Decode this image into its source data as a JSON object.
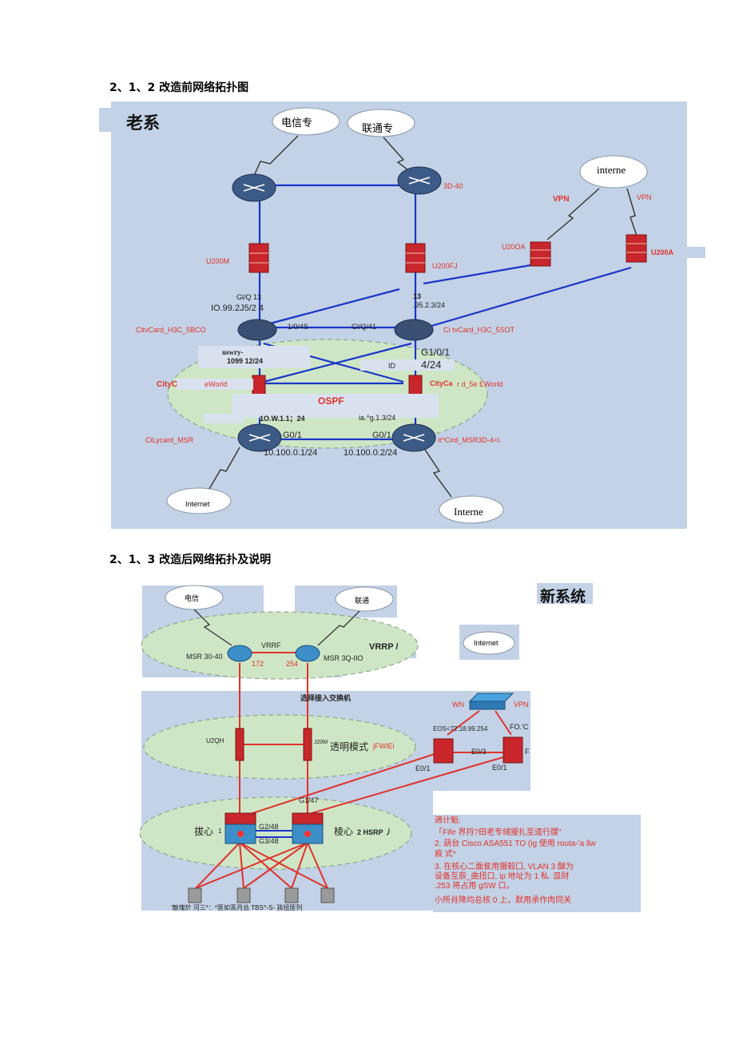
{
  "headings": {
    "before": "2、1、2 改造前网络拓扑图",
    "after": "2、1、3 改造后网络拓扑及说明"
  },
  "old_diagram": {
    "title": "老系",
    "clouds": {
      "telecom": "电信专",
      "unicom": "联通专",
      "internet_top": "interne",
      "internet_left": "Internet",
      "internet_right": "Interne"
    },
    "labels": {
      "r_3d40": "3D-40",
      "vpn_left": "VPN",
      "vpn_right": "VPN",
      "u200oa": "U20OA",
      "u200a": "U200A",
      "u200m": "U200M",
      "u200fj": "U200FJ",
      "gi_left": "Gl/Q 13",
      "ip_left": "IO.99.2J5/2 4",
      "gi_right": "13",
      "ip_right": ".95.2.3/24",
      "sw_left_name": "CitvCard_H3C_5BCO",
      "sw_right_name": "Ci tvCard_H3C_5SOT",
      "port_104s": "1/0/4S",
      "port_q41": "Gl/Q/41",
      "uswry": "uswry-",
      "ip_1099": "1099 12/24",
      "g1_0_1": "G1/0/1",
      "id": "ID",
      "ip_4_24": "4/24",
      "city_left": "CityC",
      "eworld_left": "eWorld",
      "city_right": "CityCa",
      "eworld_right": "r d_5e EWorld",
      "ospf": "OSPF",
      "ip_mid_left": "1O.W.1.1；24",
      "ip_mid_right": "ia.^g.1.3/24",
      "msr_left_name": "CiLycard_MSR",
      "msr_right_name": "it^Cird_MSR3D-4<i.",
      "g01_left": "G0/1",
      "g01_right": "G0/1",
      "ip_bottom_left": "10.100.0.1/24",
      "ip_bottom_right": "10.100.0.2/24"
    }
  },
  "new_diagram": {
    "title": "新系统",
    "clouds": {
      "telecom": "电信",
      "unicom": "联通",
      "internet": "Internet"
    },
    "labels": {
      "msr_left": "MSR 30-40",
      "vrrf": "VRRF",
      "n172": "172",
      "n254": "254",
      "msr_right": "MSR 3Q-IIO",
      "vrrp": "VRRP /",
      "access_switch": "选择接入交换机",
      "wn": "WN",
      "vpn": "VPN",
      "eos": "EOS<72.18.99.254",
      "fo_c": "FO.'C",
      "u2qh": "U2QH",
      "j20m": "J20M",
      "transparent": "透明模式",
      "jfwiei": "jFWIEi",
      "e03": "E0/3",
      "e01_left": "E0/1",
      "e01_right": "E0/1",
      "f": "F",
      "gi47": "G1/47",
      "core1": "拔心",
      "core1_num": "1",
      "g248": "G2/48",
      "g348": "G3/48",
      "core2": "棱心",
      "core2_suffix": "2 HSRP 丿",
      "footer": "'敵塊於          河三*：*匪如丟月总 TBS^-S- 孩扭匪列"
    },
    "notes": [
      "適计魁:",
      "「Fife 界捋?田老专绒擾扎至逵行牒\"",
      "2. 葫台 Cisco ASA551 TO (ig 使用  routa-'a llw",
      "痕  式*",
      "3. 在核心二面隹用摄毂囗, VLAN 3 酗为",
      "设备互辰_曲扭口, ip 地址为 1 私. 皿财",
      ".253 将占用 gSW 口。",
      "小所肖降均总核 0 上，默用承作肉同关"
    ]
  },
  "colors": {
    "panel": "#c3d2e6",
    "link_blue": "#1a35c9",
    "link_red": "#e0322b",
    "ellipse": "#cfe6c6",
    "router": "#3c5a86",
    "firewall": "#c8262b"
  }
}
